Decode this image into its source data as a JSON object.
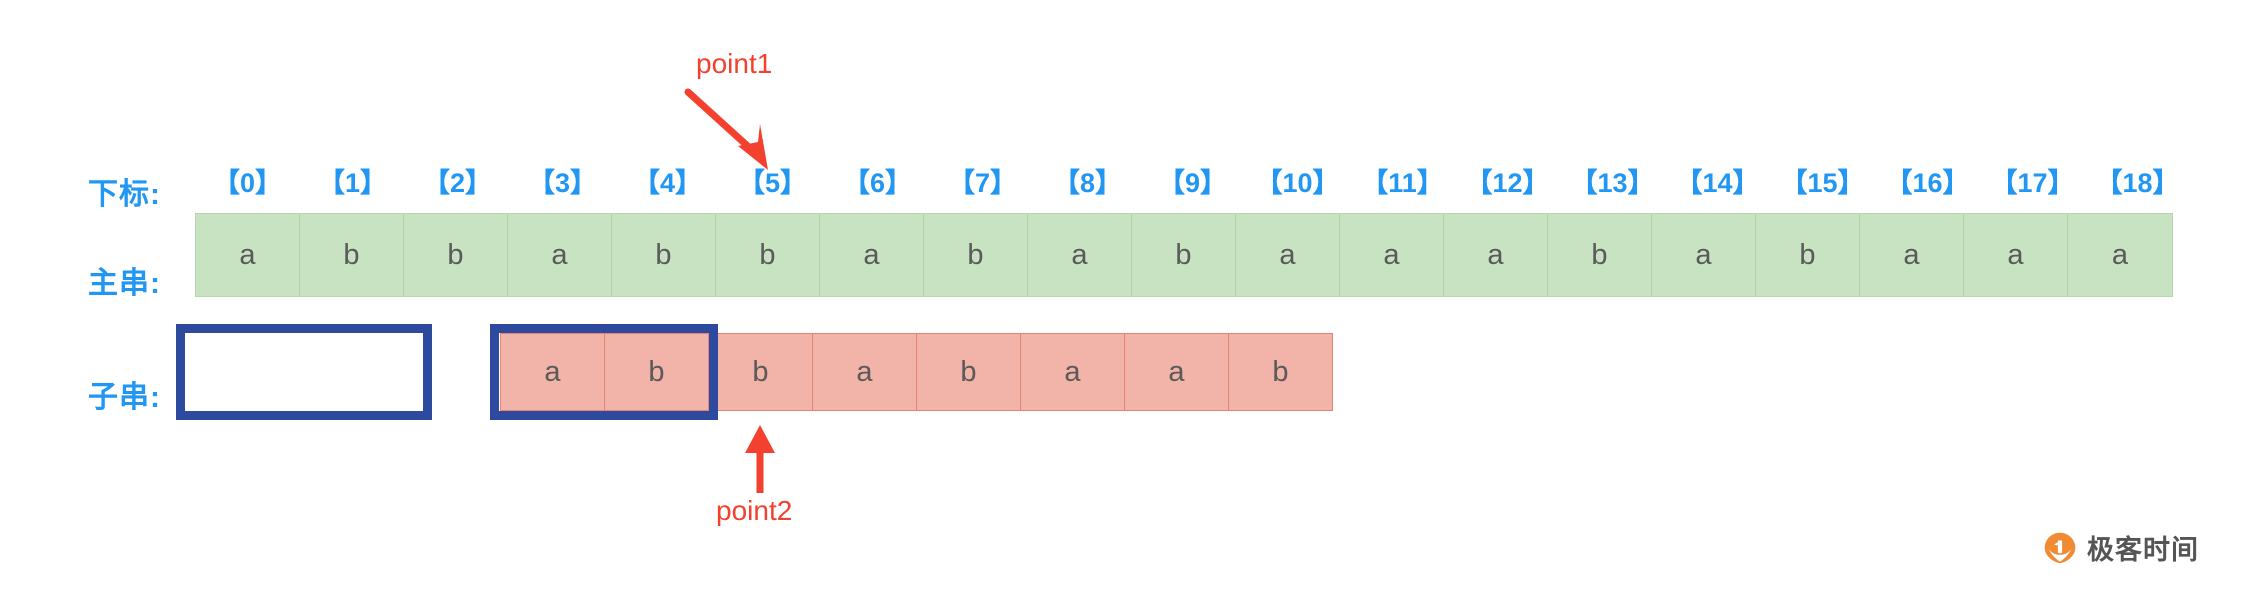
{
  "labels": {
    "index_row": "下标:",
    "main_row": "主串:",
    "sub_row": "子串:"
  },
  "index_row": {
    "cells": [
      "【0】",
      "【1】",
      "【2】",
      "【3】",
      "【4】",
      "【5】",
      "【6】",
      "【7】",
      "【8】",
      "【9】",
      "【10】",
      "【11】",
      "【12】",
      "【13】",
      "【14】",
      "【15】",
      "【16】",
      "【17】",
      "【18】"
    ]
  },
  "main_string": {
    "chars": [
      "a",
      "b",
      "b",
      "a",
      "b",
      "b",
      "a",
      "b",
      "a",
      "b",
      "a",
      "a",
      "a",
      "b",
      "a",
      "b",
      "a",
      "a",
      "a"
    ]
  },
  "sub_string": {
    "chars": [
      "a",
      "b",
      "b",
      "a",
      "b",
      "a",
      "a",
      "b"
    ]
  },
  "annotations": {
    "point1": "point1",
    "point2": "point2"
  },
  "watermark": {
    "text": "极客时间",
    "mark_color": "#f08a33"
  },
  "colors": {
    "label_blue": "#2196f3",
    "main_fill": "#c7e3c1",
    "main_border": "#b0d3a8",
    "sub_fill": "#f2b4a8",
    "sub_border": "#e8836f",
    "highlight_blue": "#2e4a9e",
    "annotation_red": "#f4402f",
    "char_text": "#5a5a5a"
  }
}
